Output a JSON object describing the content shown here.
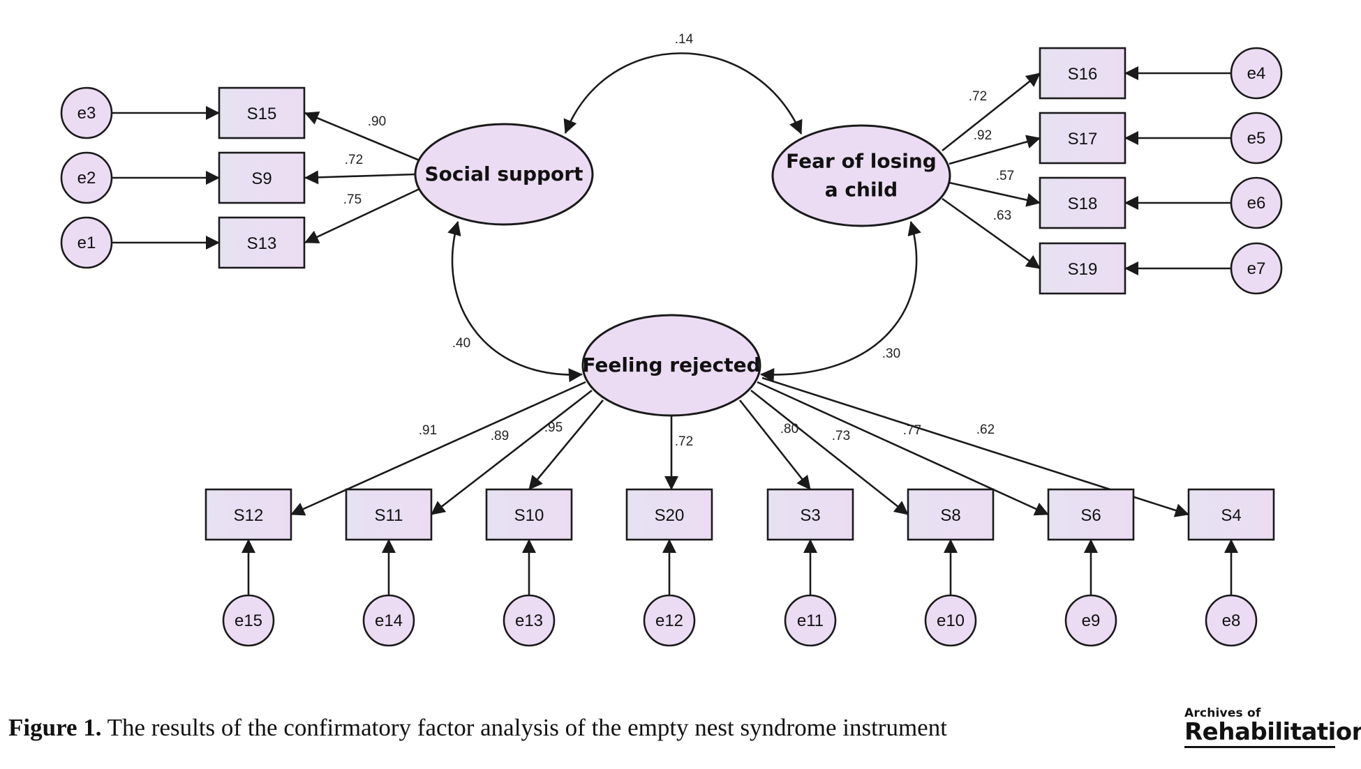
{
  "latent": [
    {
      "id": "social",
      "lines": [
        "Social support"
      ]
    },
    {
      "id": "fear",
      "lines": [
        "Fear of losing",
        "a child"
      ]
    },
    {
      "id": "reject",
      "lines": [
        "Feeling rejected"
      ]
    }
  ],
  "observed": [
    "S15",
    "S9",
    "S13",
    "S16",
    "S17",
    "S18",
    "S19",
    "S12",
    "S11",
    "S10",
    "S20",
    "S3",
    "S8",
    "S6",
    "S4"
  ],
  "errors": [
    "e3",
    "e2",
    "e1",
    "e4",
    "e5",
    "e6",
    "e7",
    "e15",
    "e14",
    "e13",
    "e12",
    "e11",
    "e10",
    "e9",
    "e8"
  ],
  "loadings": [
    {
      "factor": "social",
      "item": "S15",
      "value": ".90"
    },
    {
      "factor": "social",
      "item": "S9",
      "value": ".72"
    },
    {
      "factor": "social",
      "item": "S13",
      "value": ".75"
    },
    {
      "factor": "fear",
      "item": "S16",
      "value": ".72"
    },
    {
      "factor": "fear",
      "item": "S17",
      "value": ".92"
    },
    {
      "factor": "fear",
      "item": "S18",
      "value": ".57"
    },
    {
      "factor": "fear",
      "item": "S19",
      "value": ".63"
    },
    {
      "factor": "reject",
      "item": "S12",
      "value": ".91"
    },
    {
      "factor": "reject",
      "item": "S11",
      "value": ".89"
    },
    {
      "factor": "reject",
      "item": "S10",
      "value": ".95"
    },
    {
      "factor": "reject",
      "item": "S20",
      "value": ".72"
    },
    {
      "factor": "reject",
      "item": "S3",
      "value": ".80"
    },
    {
      "factor": "reject",
      "item": "S8",
      "value": ".73"
    },
    {
      "factor": "reject",
      "item": "S6",
      "value": ".77"
    },
    {
      "factor": "reject",
      "item": "S4",
      "value": ".62"
    }
  ],
  "correlations": [
    {
      "from": "social",
      "to": "fear",
      "value": ".14"
    },
    {
      "from": "social",
      "to": "reject",
      "value": ".40"
    },
    {
      "from": "fear",
      "to": "reject",
      "value": ".30"
    }
  ],
  "caption": {
    "label": "Figure 1.",
    "text": " The results of the confirmatory factor analysis of the empty nest syndrome instrument"
  },
  "logo": {
    "line1": "Archives of",
    "line2": "Rehabilitation"
  },
  "colors": {
    "node_fill": "#ebdcf3",
    "stroke": "#1a1a1a"
  }
}
